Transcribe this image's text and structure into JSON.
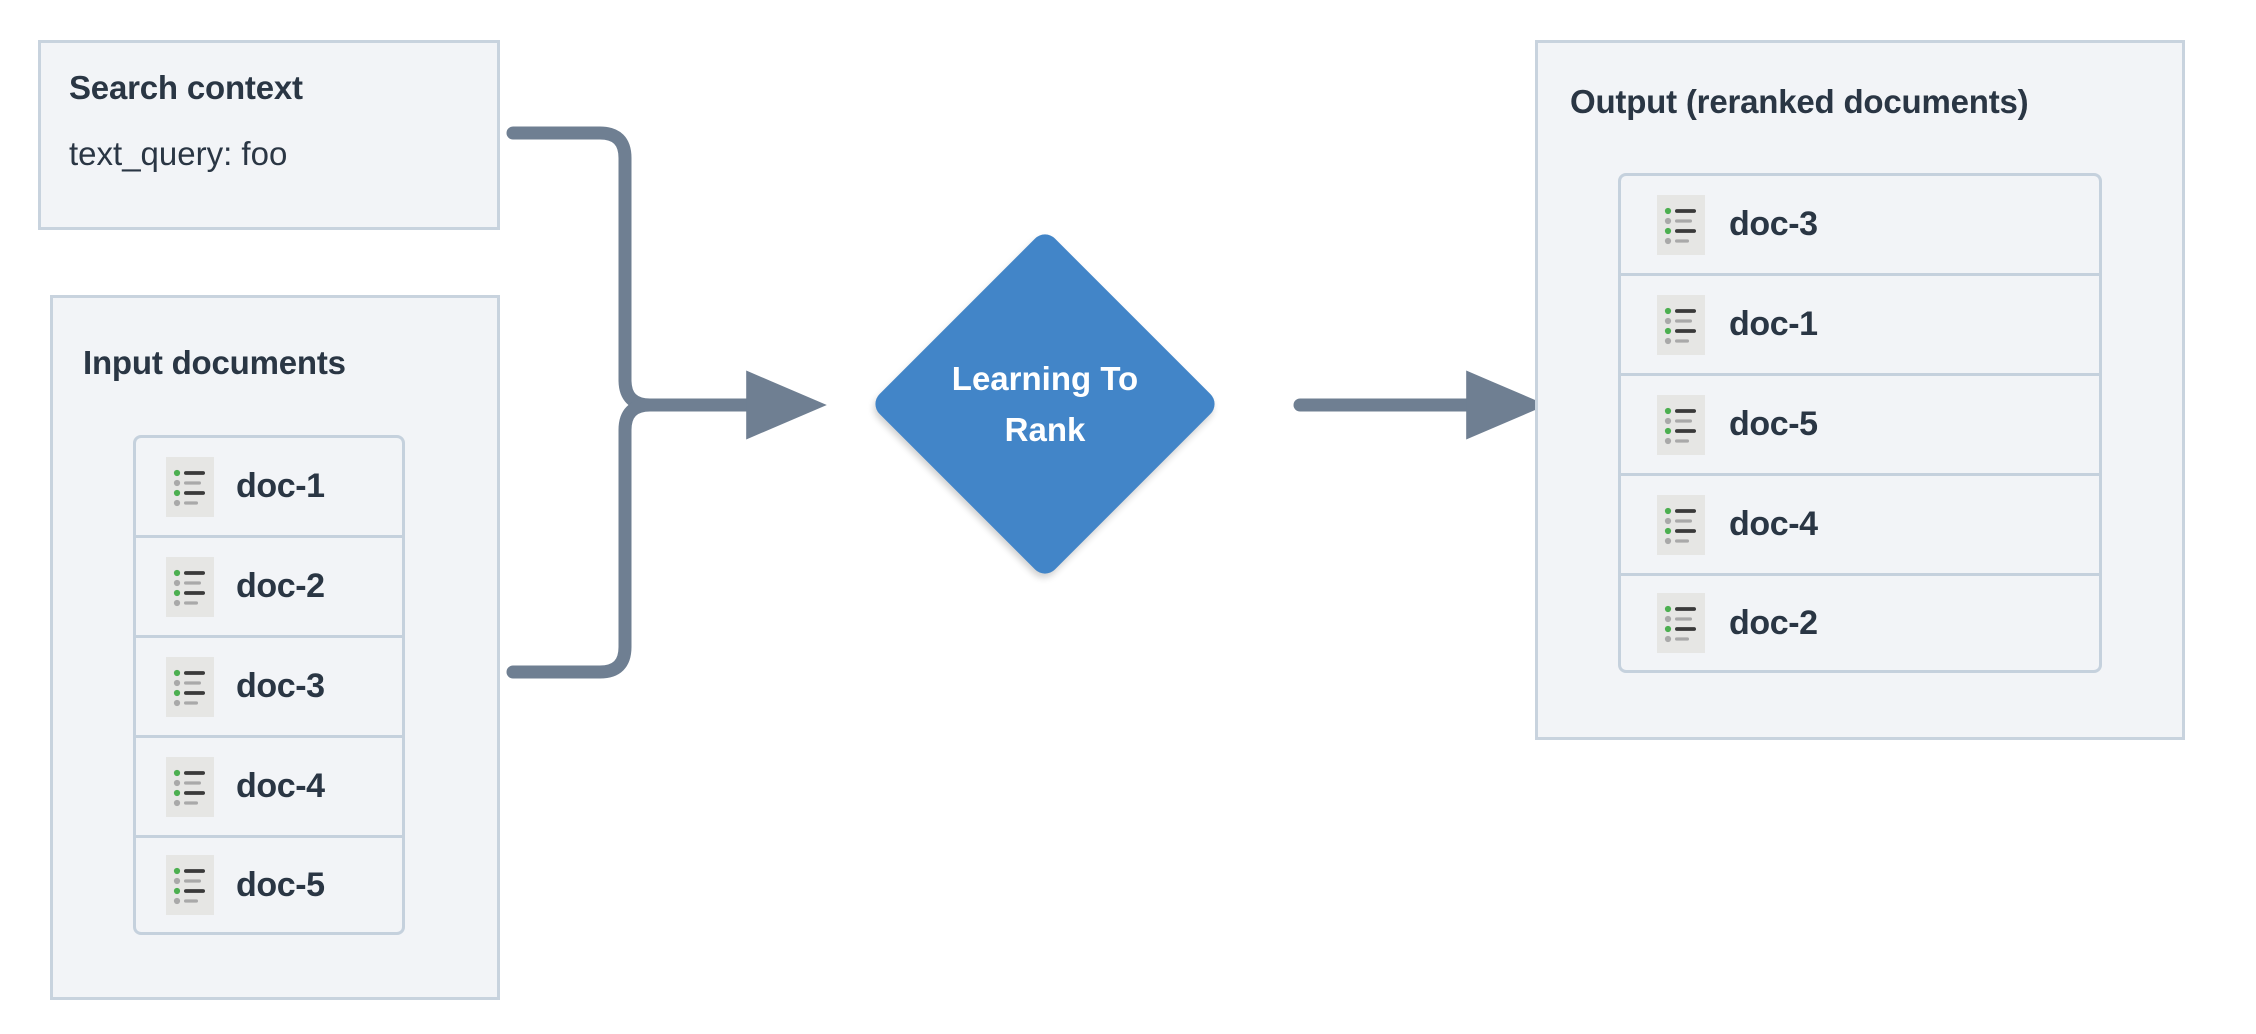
{
  "diagram": {
    "title": "Learning To Rank reranking flow",
    "colors": {
      "panel_bg": "#f2f4f7",
      "panel_border": "#c8d3de",
      "row_border": "#c5d1dd",
      "text": "#2a3644",
      "node_blue": "#4285c8",
      "edge_gray": "#6f7f92",
      "icon_bg": "#e6e6e4",
      "icon_bullet_green": "#4caf50",
      "icon_bullet_gray": "#a9a9a9",
      "icon_line_dark": "#3a3a3a",
      "icon_line_gray": "#a9a9a9"
    }
  },
  "search_context": {
    "title": "Search context",
    "query_line": "text_query: foo"
  },
  "input_documents": {
    "title": "Input documents",
    "docs": [
      {
        "label": "doc-1",
        "icon": "document-list-icon"
      },
      {
        "label": "doc-2",
        "icon": "document-list-icon"
      },
      {
        "label": "doc-3",
        "icon": "document-list-icon"
      },
      {
        "label": "doc-4",
        "icon": "document-list-icon"
      },
      {
        "label": "doc-5",
        "icon": "document-list-icon"
      }
    ]
  },
  "ltr_node": {
    "line1": "Learning To",
    "line2": "Rank",
    "shape": "diamond"
  },
  "output": {
    "title": "Output (reranked documents)",
    "docs": [
      {
        "label": "doc-3",
        "icon": "document-list-icon"
      },
      {
        "label": "doc-1",
        "icon": "document-list-icon"
      },
      {
        "label": "doc-5",
        "icon": "document-list-icon"
      },
      {
        "label": "doc-4",
        "icon": "document-list-icon"
      },
      {
        "label": "doc-2",
        "icon": "document-list-icon"
      }
    ]
  },
  "edges": [
    {
      "name": "search-context-to-ltr",
      "from": "search_context",
      "to": "ltr_node",
      "style": "elbow-arrow"
    },
    {
      "name": "input-documents-to-ltr",
      "from": "input_documents",
      "to": "ltr_node",
      "style": "elbow-arrow"
    },
    {
      "name": "ltr-to-output",
      "from": "ltr_node",
      "to": "output",
      "style": "straight-arrow"
    }
  ]
}
